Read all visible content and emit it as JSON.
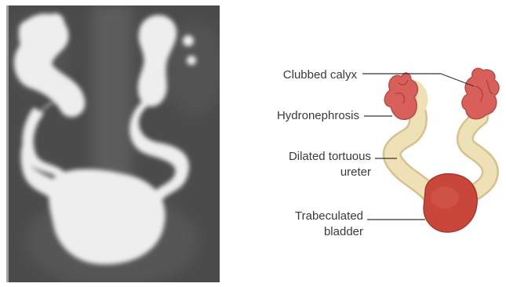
{
  "labels": {
    "clubbed_calyx": "Clubbed calyx",
    "hydronephrosis": "Hydronephrosis",
    "ureter_line1": "Dilated tortuous",
    "ureter_line2": "ureter",
    "bladder_line1": "Trabeculated",
    "bladder_line2": "bladder"
  },
  "colors": {
    "xray_background": "#4f4f4f",
    "contrast": "#eeeeee",
    "kidney": "#d9605a",
    "ureter": "#ecdcae",
    "bladder": "#c9463a",
    "leader_line": "#333333",
    "label_text": "#3a3a3a"
  }
}
